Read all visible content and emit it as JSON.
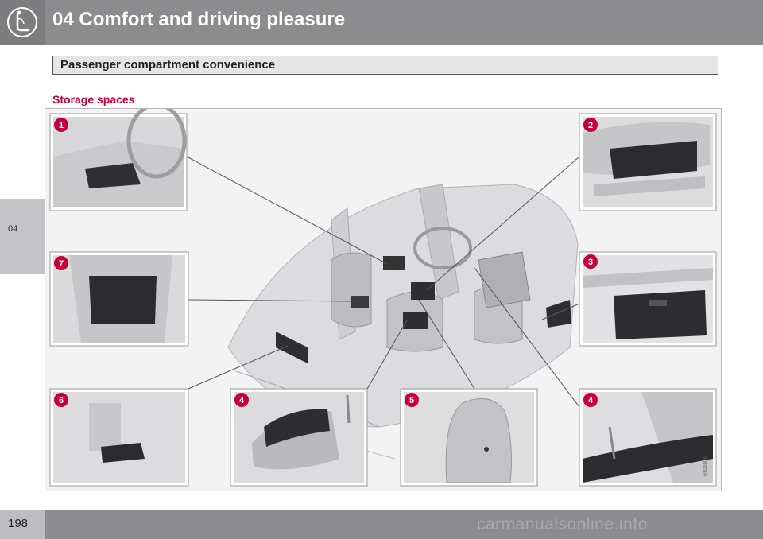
{
  "header": {
    "chapter_title": "04 Comfort and driving pleasure",
    "icon": "seat-icon"
  },
  "sidebar": {
    "tab_label": "04"
  },
  "section": {
    "title": "Passenger compartment convenience"
  },
  "content": {
    "subheading": "Storage spaces"
  },
  "figure": {
    "callouts": [
      "1",
      "2",
      "3",
      "4",
      "4",
      "5",
      "6",
      "7"
    ],
    "image_code": "G029808",
    "badge_color": "#c4003a"
  },
  "footer": {
    "page_number": "198",
    "watermark": "carmanualsonline.info"
  }
}
